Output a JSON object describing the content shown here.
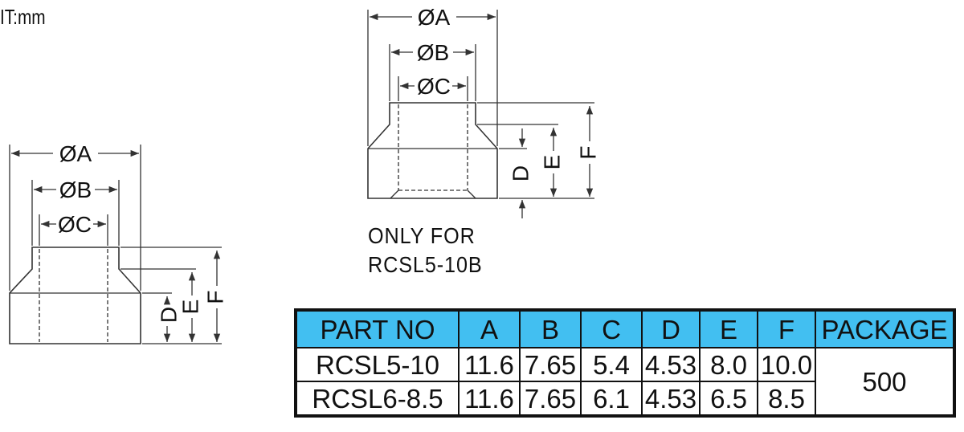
{
  "unit_label": "IT:mm",
  "dims": {
    "a": "ØA",
    "b": "ØB",
    "c": "ØC",
    "d": "D",
    "e": "E",
    "f": "F"
  },
  "note": {
    "line1": "ONLY FOR",
    "line2": "RCSL5-10B"
  },
  "table": {
    "headers": [
      "PART NO",
      "A",
      "B",
      "C",
      "D",
      "E",
      "F",
      "PACKAGE"
    ],
    "rows": [
      [
        "RCSL5-10",
        "11.6",
        "7.65",
        "5.4",
        "4.53",
        "8.0",
        "10.0"
      ],
      [
        "RCSL6-8.5",
        "11.6",
        "7.65",
        "6.1",
        "4.53",
        "6.5",
        "8.5"
      ]
    ],
    "package": "500"
  }
}
